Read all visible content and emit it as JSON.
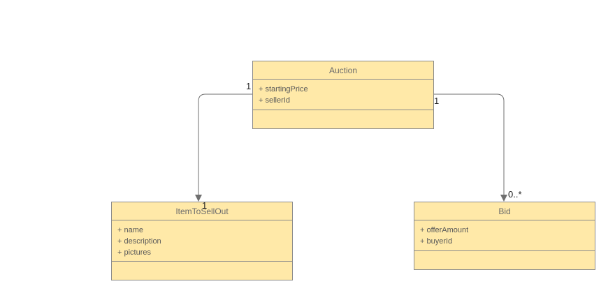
{
  "diagram": {
    "classes": {
      "auction": {
        "name": "Auction",
        "attributes": [
          "+ startingPrice",
          "+ sellerId"
        ]
      },
      "item": {
        "name": "ItemToSellOut",
        "attributes": [
          "+ name",
          "+ description",
          "+ pictures"
        ]
      },
      "bid": {
        "name": "Bid",
        "attributes": [
          "+ offerAmount",
          "+ buyerId"
        ]
      }
    },
    "associations": {
      "auction_item": {
        "source_multiplicity": "1",
        "target_multiplicity": "1"
      },
      "auction_bid": {
        "source_multiplicity": "1",
        "target_multiplicity": "0..*"
      }
    }
  },
  "colors": {
    "class_fill": "#ffe9a8",
    "class_border": "#8a8a8a",
    "connector": "#6f6f6f",
    "text": "#595959"
  }
}
